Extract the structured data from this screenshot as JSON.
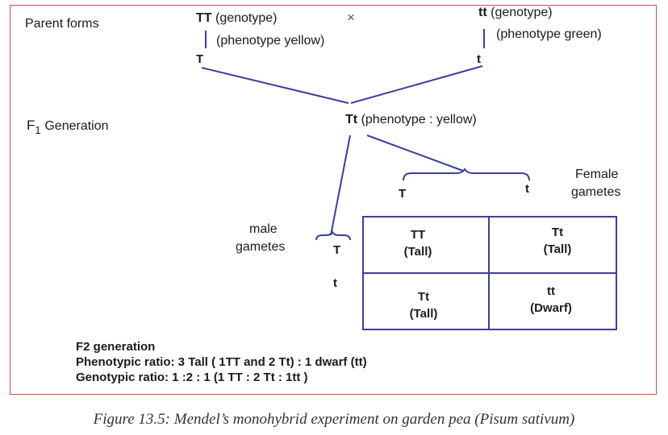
{
  "parents": {
    "row_label": "Parent forms",
    "left": {
      "genotype": "TT",
      "genotype_note": "(genotype)",
      "phenotype_note": "(phenotype yellow)",
      "gamete": "T"
    },
    "cross_symbol": "×",
    "right": {
      "genotype": "tt",
      "genotype_note": "(genotype)",
      "phenotype_note": "(phenotype green)",
      "gamete": "t"
    }
  },
  "f1": {
    "row_label_main": "F",
    "row_label_sub": "1",
    "row_label_rest": "Generation",
    "genotype": "Tt",
    "phenotype_note": "(phenotype : yellow)"
  },
  "female_gametes": {
    "label_line1": "Female",
    "label_line2": "gametes",
    "g1": "T",
    "g2": "t"
  },
  "male_gametes": {
    "label_line1": "male",
    "label_line2": "gametes",
    "g1": "T",
    "g2": "t"
  },
  "punnett": {
    "cells": [
      {
        "genotype": "TT",
        "phenotype": "(Tall)"
      },
      {
        "genotype": "Tt",
        "phenotype": "(Tall)"
      },
      {
        "genotype": "Tt",
        "phenotype": "(Tall)"
      },
      {
        "genotype": "tt",
        "phenotype": "(Dwarf)"
      }
    ]
  },
  "summary": {
    "title": "F2 generation",
    "phenotypic": "Phenotypic ratio:  3 Tall ( 1TT and 2 Tt) : 1 dwarf (tt)",
    "genotypic": "Genotypic ratio:   1 :2 : 1 (1 TT : 2 Tt : 1tt )"
  },
  "caption": "Figure 13.5: Mendel’s monohybrid experiment on garden pea (Pisum sativum)",
  "colors": {
    "line": "#3b3f9a",
    "frame": "#d44a4a",
    "grid": "#3b3f9a"
  }
}
